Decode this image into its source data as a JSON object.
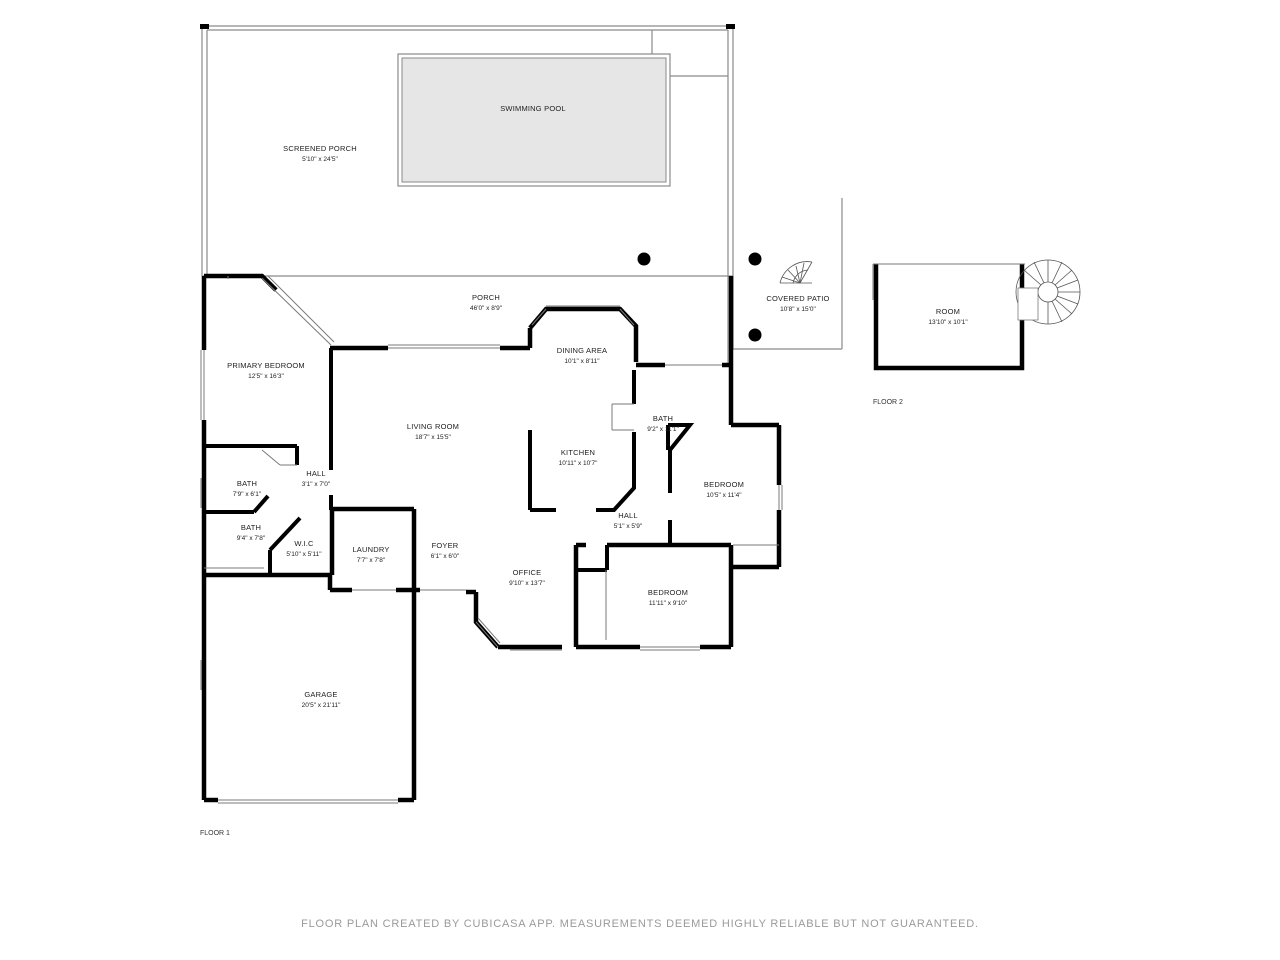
{
  "rooms": {
    "screened_porch": {
      "name": "SCREENED PORCH",
      "dim": "5'10\" x 24'5\""
    },
    "swimming_pool": {
      "name": "SWIMMING POOL"
    },
    "porch": {
      "name": "PORCH",
      "dim": "46'0\" x 8'9\""
    },
    "covered_patio": {
      "name": "COVERED PATIO",
      "dim": "10'8\" x 15'0\""
    },
    "room_floor2": {
      "name": "ROOM",
      "dim": "13'10\" x 10'1\""
    },
    "primary_bedroom": {
      "name": "PRIMARY BEDROOM",
      "dim": "12'5\" x 16'3\""
    },
    "dining_area": {
      "name": "DINING AREA",
      "dim": "10'1\" x 8'11\""
    },
    "living_room": {
      "name": "LIVING ROOM",
      "dim": "18'7\" x 15'5\""
    },
    "bath_1": {
      "name": "BATH",
      "dim": "9'2\" x 11'1\""
    },
    "kitchen": {
      "name": "KITCHEN",
      "dim": "10'11\" x 10'7\""
    },
    "bedroom_1": {
      "name": "BEDROOM",
      "dim": "10'5\" x 11'4\""
    },
    "hall_1": {
      "name": "HALL",
      "dim": "3'1\" x 7'0\""
    },
    "bath_2": {
      "name": "BATH",
      "dim": "7'9\" x 6'1\""
    },
    "hall_2": {
      "name": "HALL",
      "dim": "5'1\" x 5'9\""
    },
    "bath_3": {
      "name": "BATH",
      "dim": "9'4\" x 7'8\""
    },
    "wic": {
      "name": "W.I.C",
      "dim": "5'10\" x 5'11\""
    },
    "laundry": {
      "name": "LAUNDRY",
      "dim": "7'7\" x 7'8\""
    },
    "foyer": {
      "name": "FOYER",
      "dim": "6'1\" x 6'0\""
    },
    "office": {
      "name": "OFFICE",
      "dim": "9'10\" x 13'7\""
    },
    "bedroom_2": {
      "name": "BEDROOM",
      "dim": "11'11\" x 9'10\""
    },
    "garage": {
      "name": "GARAGE",
      "dim": "20'5\" x 21'11\""
    }
  },
  "floors": {
    "floor1": "FLOOR 1",
    "floor2": "FLOOR 2"
  },
  "footer": "FLOOR PLAN CREATED BY CUBICASA APP. MEASUREMENTS DEEMED HIGHLY RELIABLE BUT NOT GUARANTEED.",
  "colors": {
    "wall": "#000000",
    "thin_wall": "#7a7a7a",
    "pool_fill": "#e6e6e6",
    "text": "#222222",
    "footer": "#9a9a9a"
  }
}
